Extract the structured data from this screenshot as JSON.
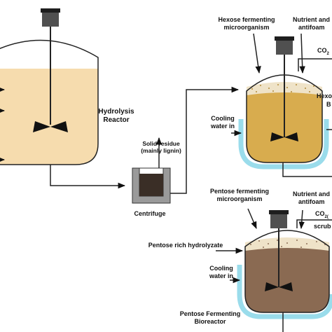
{
  "labels": {
    "hydrolysis_reactor_l1": "Hydrolysis",
    "hydrolysis_reactor_l2": "Reactor",
    "solid_residue_l1": "Solid residue",
    "solid_residue_l2": "(mainly lignin)",
    "centrifuge": "Centrifuge",
    "hexose_microorganism_l1": "Hexose fermenting",
    "hexose_microorganism_l2": "microorganism",
    "hexose_nutrient_l1": "Nutrient and",
    "hexose_nutrient_l2": "antifoam",
    "hexose_co2": "CO",
    "hexose_co2_sub": "2",
    "hexose_bioreactor_l1": "Hexose",
    "hexose_bioreactor_l2": "B",
    "hexose_cooling_l1": "Cooling",
    "hexose_cooling_l2": "water in",
    "pentose_microorganism_l1": "Pentose fermenting",
    "pentose_microorganism_l2": "microorganism",
    "pentose_nutrient_l1": "Nutrient and",
    "pentose_nutrient_l2": "antifoam",
    "pentose_co2": "CO",
    "pentose_co2_sub": "2(",
    "pentose_scrub": "scrub",
    "pentose_hydrolyzate": "Pentose rich hydrolyzate",
    "pentose_cooling_l1": "Cooling",
    "pentose_cooling_l2": "water in",
    "pentose_bioreactor_l1": "Pentose Fermenting",
    "pentose_bioreactor_l2": "Bioreactor"
  },
  "colors": {
    "hydrolysis_liquid": "#f6dcae",
    "hexose_liquid": "#d8ac4e",
    "pentose_liquid": "#8a6a52",
    "foam": "#efe3c8",
    "cooling_jacket": "#9adceb",
    "motor": "#505050",
    "centrifuge_solid": "#3a2e26",
    "centrifuge_body": "#9a9a9a"
  }
}
